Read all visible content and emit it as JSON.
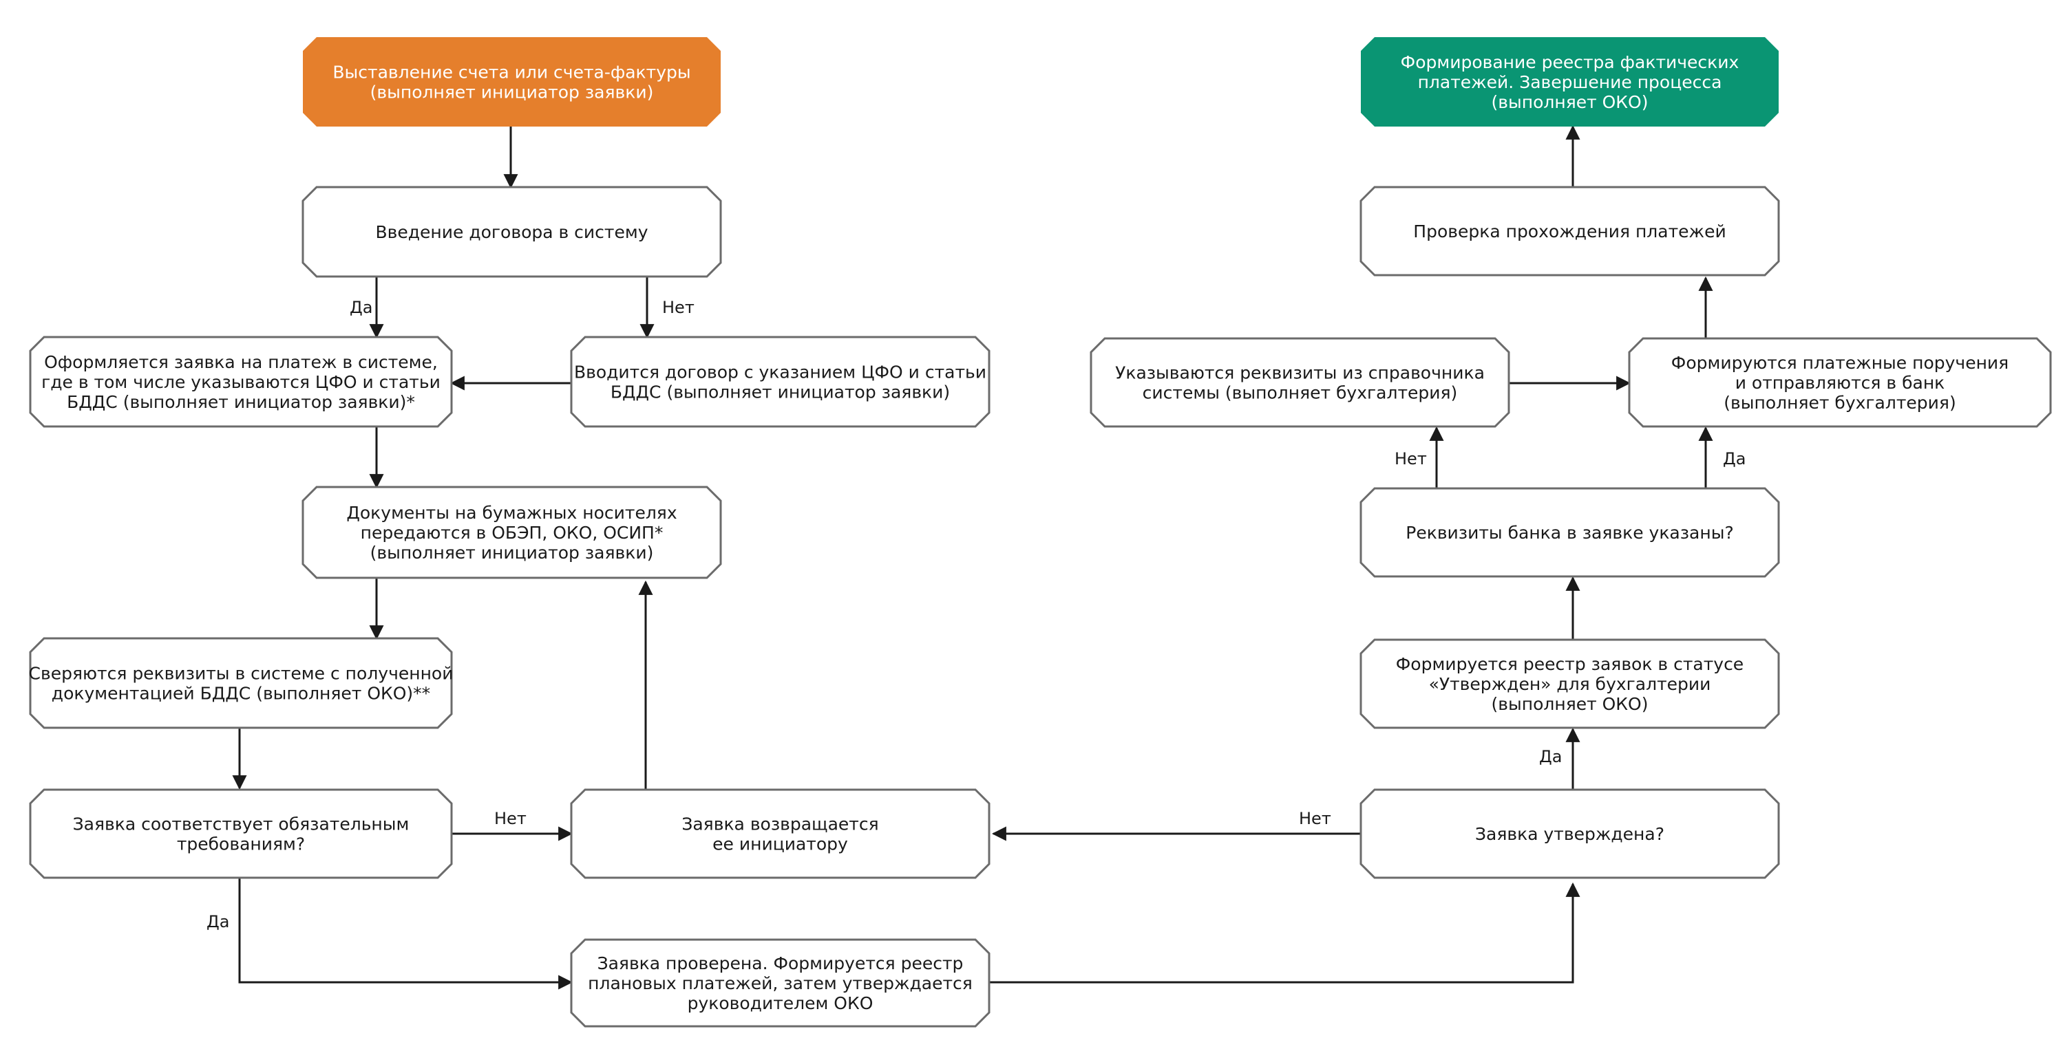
{
  "colors": {
    "start": "#e57f2c",
    "end": "#0a9573",
    "border": "#6b6b6b",
    "line": "#1a1a1a"
  },
  "nodes": {
    "invoice": {
      "lines": [
        "Выставление счета или счета-фактуры",
        "(выполняет инициатор заявки)"
      ]
    },
    "contract_entry": {
      "lines": [
        "Введение договора в систему"
      ]
    },
    "payment_request": {
      "lines": [
        "Оформляется заявка на платеж в системе,",
        "где в том числе указываются ЦФО и статьи",
        "БДДС (выполняет инициатор заявки)*"
      ]
    },
    "contract_with_cfo": {
      "lines": [
        "Вводится договор с указанием ЦФО и статьи",
        "БДДС (выполняет инициатор заявки)"
      ]
    },
    "paper_documents": {
      "lines": [
        "Документы на бумажных носителях",
        "передаются в ОБЭП, ОКО, ОСИП*",
        "(выполняет инициатор заявки)"
      ]
    },
    "check_details": {
      "lines": [
        "Сверяются реквизиты в системе с полученной",
        "документацией БДДС (выполняет ОКО)**"
      ]
    },
    "requirements_check": {
      "lines": [
        "Заявка соответствует обязательным",
        "требованиям?"
      ]
    },
    "returned": {
      "lines": [
        "Заявка возвращается",
        "ее инициатору"
      ]
    },
    "verified": {
      "lines": [
        "Заявка проверена. Формируется реестр",
        "плановых платежей, затем утверждается",
        "руководителем ОКО"
      ]
    },
    "approved_check": {
      "lines": [
        "Заявка утверждена?"
      ]
    },
    "approved_registry": {
      "lines": [
        "Формируется реестр заявок в статусе",
        "«Утвержден» для бухгалтерии",
        "(выполняет ОКО)"
      ]
    },
    "bank_details_check": {
      "lines": [
        "Реквизиты банка в заявке указаны?"
      ]
    },
    "reference_details": {
      "lines": [
        "Указываются реквизиты из справочника",
        "системы (выполняет бухгалтерия)"
      ]
    },
    "payment_orders": {
      "lines": [
        "Формируются платежные поручения",
        "и отправляются в банк",
        "(выполняет бухгалтерия)"
      ]
    },
    "payment_check": {
      "lines": [
        "Проверка прохождения платежей"
      ]
    },
    "final_registry": {
      "lines": [
        "Формирование реестра фактических",
        "платежей. Завершение процесса",
        "(выполняет ОКО)"
      ]
    }
  },
  "edge_labels": {
    "contract_yes": "Да",
    "contract_no": "Нет",
    "requirements_no": "Нет",
    "requirements_yes": "Да",
    "approved_no": "Нет",
    "approved_yes": "Да",
    "bank_no": "Нет",
    "bank_yes": "Да"
  }
}
